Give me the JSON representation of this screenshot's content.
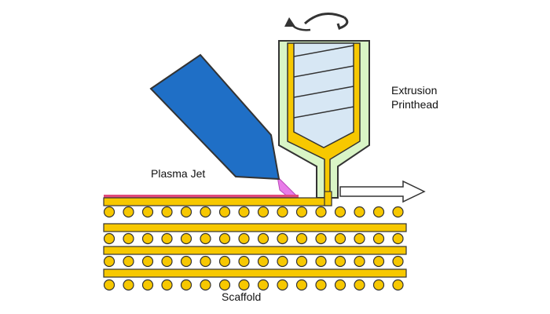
{
  "labels": {
    "extrusion_line1": "Extrusion",
    "extrusion_line2": "Printhead",
    "plasma_jet": "Plasma Jet",
    "scaffold": "Scaffold"
  },
  "icons": {
    "rotation": "curved-rotation-arrow",
    "direction": "right-arrow"
  },
  "colors": {
    "filament": "#f7c800",
    "outline": "#333333",
    "plasma_body": "#1f6fc6",
    "plasma_glow": "#e87be8",
    "outer_nozzle": "#d9f5c6",
    "screw": "#d7e7f4",
    "treated_layer": "#e04a7a"
  }
}
